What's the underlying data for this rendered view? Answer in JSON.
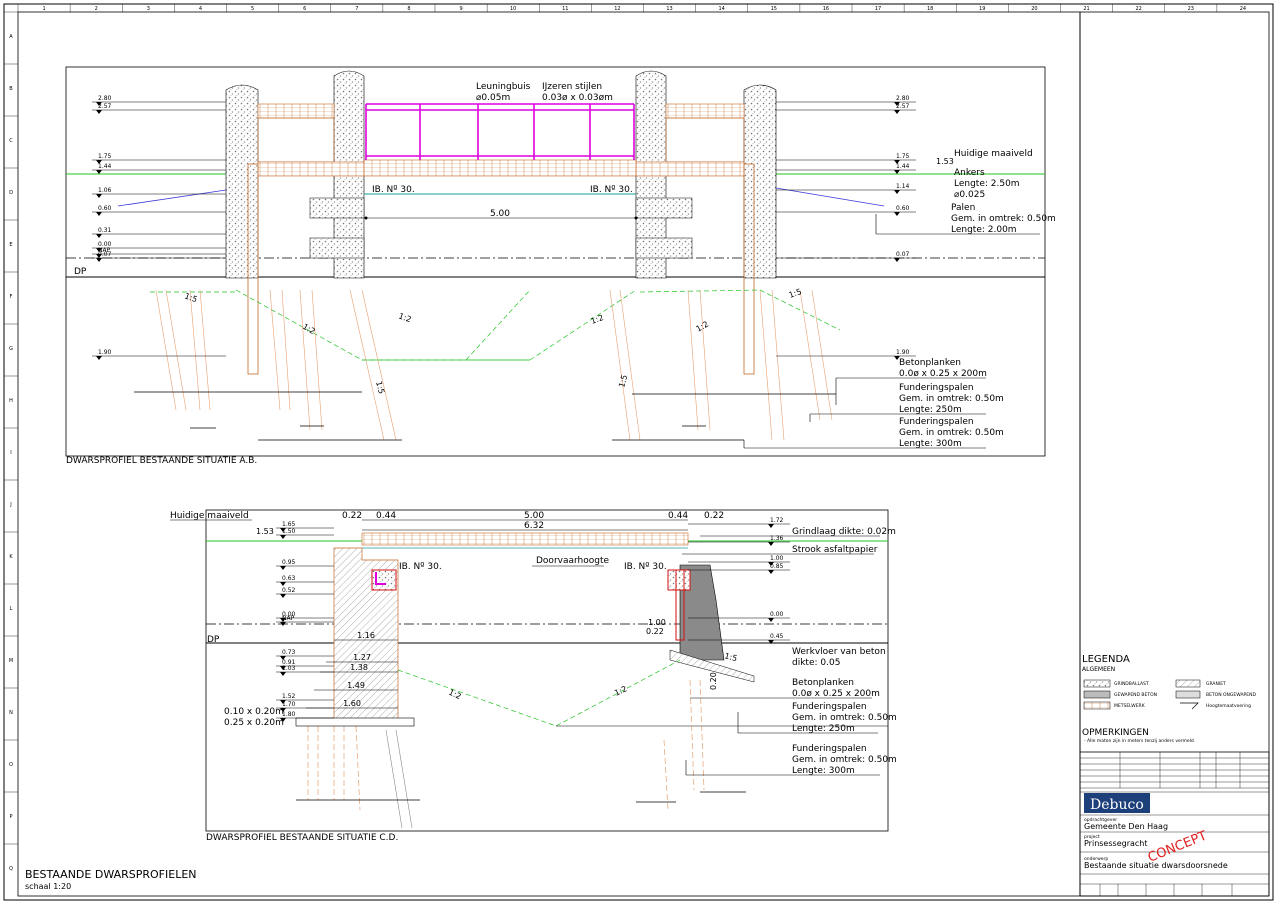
{
  "sheet": {
    "title": "BESTAANDE DWARSPROFIELEN",
    "scale": "schaal 1:20",
    "grid_cols": [
      "1",
      "2",
      "3",
      "4",
      "5",
      "6",
      "7",
      "8",
      "9",
      "10",
      "11",
      "12",
      "13",
      "14",
      "15",
      "16",
      "17",
      "18",
      "19",
      "20",
      "21",
      "22",
      "23",
      "24"
    ],
    "grid_rows": [
      "A",
      "B",
      "C",
      "D",
      "E",
      "F",
      "G",
      "H",
      "I",
      "J",
      "K",
      "L",
      "M",
      "N",
      "O",
      "P",
      "Q"
    ]
  },
  "profile_ab": {
    "caption": "DWARSPROFIEL BESTAANDE SITUATIE A.B.",
    "rail_label": "Leuningbuis",
    "rail_dim": "⌀0.05m",
    "posts_label": "IJzeren stijlen",
    "posts_dim": "0.03ø x 0.03øm",
    "beam_left": "IB. Nº 30.",
    "beam_right": "IB. Nº 30.",
    "span": "5.00",
    "datum": "DP",
    "levels_left": [
      "2.80",
      "2.57",
      "1.75",
      "1.44",
      "1.06",
      "0.60",
      "0.31",
      "0.00",
      "NAP",
      "0.07",
      "1.90"
    ],
    "levels_right": [
      "2.80",
      "2.57",
      "1.75",
      "1.44",
      "1.14",
      "0.60",
      "0.07",
      "1.90"
    ],
    "ground_level": "1.53",
    "ground_label": "Huidige maaiveld",
    "anchors_title": "Ankers",
    "anchors_len": "Lengte: 2.50m",
    "anchors_dim": "⌀0.025",
    "piles_title": "Palen",
    "piles_dim": "Gem. in omtrek: 0.50m",
    "piles_len": "Lengte: 2.00m",
    "planks_title": "Betonplanken",
    "planks_dim": "0.0ø x 0.25 x 200m",
    "fp1_title": "Funderingspalen",
    "fp1_dim": "Gem. in omtrek: 0.50m",
    "fp1_len": "Lengte: 250m",
    "fp2_title": "Funderingspalen",
    "fp2_dim": "Gem. in omtrek: 0.50m",
    "fp2_len": "Lengte: 300m",
    "slopes": [
      "1:5",
      "1:2",
      "1:2",
      "1:2",
      "1:2",
      "1:5",
      "1:5",
      "1:5"
    ]
  },
  "profile_cd": {
    "caption": "DWARSPROFIEL BESTAANDE SITUATIE C.D.",
    "ground_label": "Huidige maaiveld",
    "ground_level": "1.53",
    "dims_top": [
      "0.22",
      "0.44",
      "5.00",
      "6.32",
      "0.44",
      "0.22"
    ],
    "beam_left": "IB. Nº 30.",
    "beam_right": "IB. Nº 30.",
    "clearance": "Doorvaarhoogte",
    "datum": "DP",
    "levels_left": [
      "1.65",
      "1.50",
      "0.95",
      "0.63",
      "0.52",
      "0.00",
      "NAP",
      "0.73",
      "0.91",
      "1.03",
      "1.52",
      "1.70",
      "1.80"
    ],
    "levels_right": [
      "1.72",
      "1.36",
      "1.00",
      "0.85",
      "0.00",
      "0.45"
    ],
    "widths": [
      "1.16",
      "1.27",
      "1.38",
      "1.49",
      "1.60"
    ],
    "section_left_a": "0.10 x 0.20m",
    "section_left_b": "0.25 x 0.20m",
    "right_dims": [
      "1.00",
      "0.22",
      "0.20"
    ],
    "gravel": "Grindlaag dikte: 0.02m",
    "asphalt": "Strook asfaltpapier",
    "floor_title": "Werkvloer van beton",
    "floor_dim": "dikte: 0.05",
    "planks_title": "Betonplanken",
    "planks_dim": "0.0ø x 0.25 x 200m",
    "fp1_title": "Funderingspalen",
    "fp1_dim": "Gem. in omtrek: 0.50m",
    "fp1_len": "Lengte: 250m",
    "fp2_title": "Funderingspalen",
    "fp2_dim": "Gem. in omtrek: 0.50m",
    "fp2_len": "Lengte: 300m",
    "slopes": [
      "1:2",
      "1:2",
      "1:5"
    ]
  },
  "legend": {
    "title": "LEGENDA",
    "sub": "ALGEMEEN",
    "items": [
      "GRINDBALLAST",
      "GRANIET",
      "GEWAPEND BETON",
      "BETON ONGEWAPEND",
      "METSELWERK",
      "Hoogtemaatvoering"
    ],
    "remarks_title": "OPMERKINGEN",
    "remarks": "- Alle maten zijn in meters tenzij anders vermeld."
  },
  "titleblock": {
    "company": "Debuco",
    "client_label": "opdrachtgever",
    "client": "Gemeente Den Haag",
    "project_label": "project",
    "project": "Prinsessegracht",
    "drawing_label": "onderwerp",
    "drawing": "Bestaande situatie dwarsdoorsnede",
    "stamp": "CONCEPT"
  },
  "colors": {
    "line": "#000000",
    "magenta": "#e000e0",
    "orange": "#c46a2a",
    "green": "#22c422",
    "blue": "#3a3ad8",
    "red": "#d01010",
    "cyan": "#1a9fa0",
    "stamp": "#e02020"
  }
}
